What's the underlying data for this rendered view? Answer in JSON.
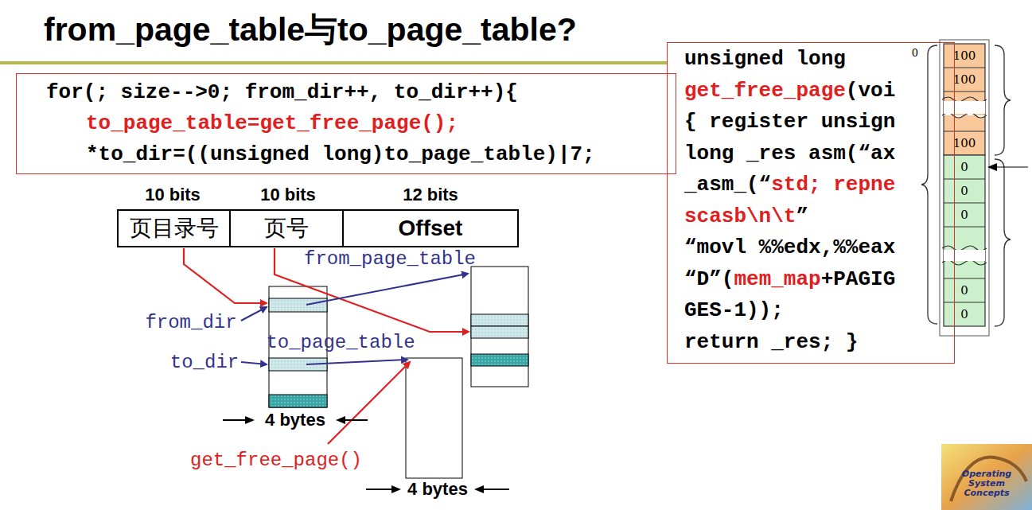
{
  "diagram": {
    "title": "from_page_table与to_page_table?",
    "nodes": [
      {
        "text": [
          "for(; size-->0; from_dir++, to_dir++){",
          "to_page_table=get_free_page();",
          "*to_dir=((unsigned long)to_page_table)|7;"
        ]
      },
      {
        "text": [
          "unsigned long",
          "get_free_page",
          "(voi",
          "{ register unsign",
          "long _res asm(“ax",
          "_asm_(“",
          "std; repne",
          "scasb\\n\\t",
          "”",
          "“movl %%edx,%%eax",
          "“D”(",
          "mem_map",
          "+PAGIG",
          "GES-1));",
          "return _res; }"
        ]
      },
      {
        "text": [
          "页目录号"
        ]
      },
      {
        "text": [
          "页号"
        ]
      },
      {
        "text": [
          "Offset"
        ]
      }
    ],
    "labels": [
      "10 bits",
      "10 bits",
      "12 bits",
      "from_page_table",
      "from_dir",
      "to_page_table",
      "to_dir",
      "4 bytes",
      "get_free_page()",
      "4 bytes",
      "0",
      "100",
      "100",
      "100",
      "0",
      "0",
      "0",
      "0",
      "0",
      "Operating System Concepts"
    ]
  }
}
